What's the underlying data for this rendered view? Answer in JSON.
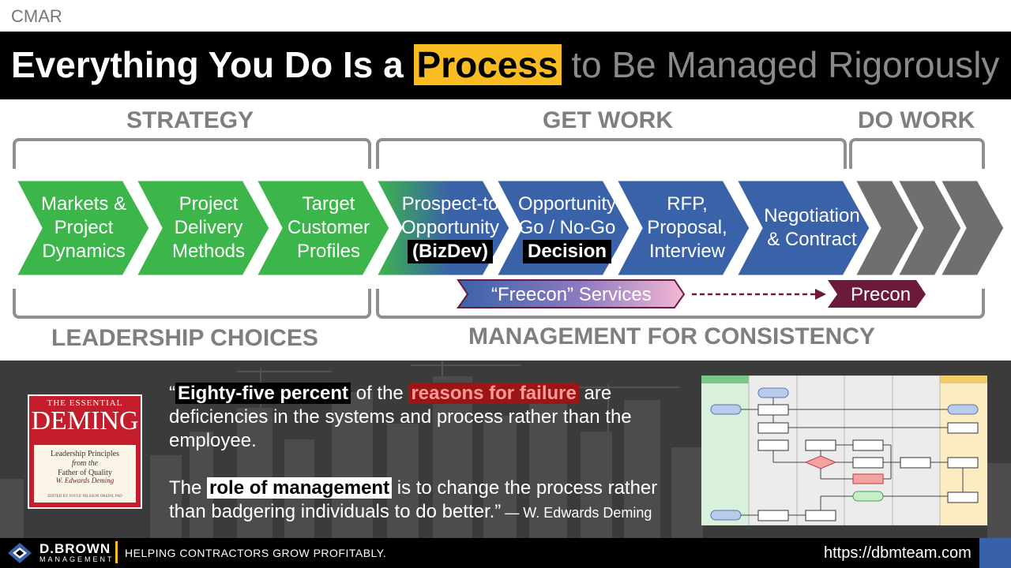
{
  "tag": "CMAR",
  "title": {
    "part1": "Everything You Do Is a ",
    "highlight": "Process",
    "part2": " to Be Managed Rigorously"
  },
  "sections": {
    "strategy": "STRATEGY",
    "get_work": "GET WORK",
    "do_work": "DO WORK",
    "leadership_choices": "LEADERSHIP CHOICES",
    "management_consistency": "MANAGEMENT FOR CONSISTENCY"
  },
  "steps": [
    {
      "lines": [
        "Markets &",
        "Project",
        "Dynamics"
      ]
    },
    {
      "lines": [
        "Project",
        "Delivery",
        "Methods"
      ]
    },
    {
      "lines": [
        "Target",
        "Customer",
        "Profiles"
      ]
    },
    {
      "lines": [
        "Prospect-to",
        "Opportunity"
      ],
      "pill": "(BizDev)"
    },
    {
      "lines": [
        "Opportunity",
        "Go / No-Go"
      ],
      "pill": "Decision"
    },
    {
      "lines": [
        "RFP,",
        "Proposal,",
        "Interview"
      ]
    },
    {
      "lines": [
        "Negotiation",
        "& Contract"
      ]
    }
  ],
  "colors": {
    "green": "#3cb64b",
    "blue": "#3a62a8",
    "gray": "#6f6f6f",
    "maroon": "#6b1a3c",
    "gold": "#f9bd23"
  },
  "freecon": "“Freecon” Services",
  "precon": "Precon",
  "book": {
    "line1": "THE ESSENTIAL",
    "line2": "DEMING",
    "line3": "Leadership Principles",
    "line4": "from the",
    "line5": "Father of Quality",
    "signature": "W. Edwards Deming",
    "editor": "EDITED BY JOYCE NILSSON ORSINI, PhD"
  },
  "quote": {
    "open": "“",
    "hl1": "Eighty-five percent",
    "t1": " of the ",
    "hl2": "reasons for failure",
    "t2": " are deficiencies in the systems and process rather than the employee.",
    "t3": "The ",
    "hl3": "role of management",
    "t4": " is to change the process rather than badgering individuals to do better.”",
    "attribution": " — W. Edwards Deming"
  },
  "footer": {
    "logo_name": "D.BROWN",
    "logo_sub": "MANAGEMENT",
    "tagline": "HELPING CONTRACTORS GROW PROFITABLY.",
    "url": "https://dbmteam.com"
  }
}
